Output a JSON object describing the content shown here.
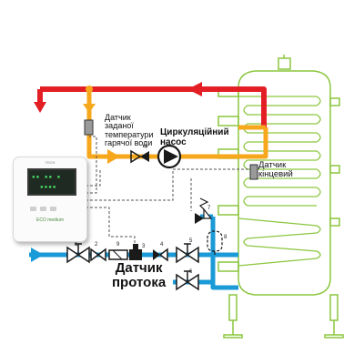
{
  "labels": {
    "sensor_setpoint": "Датчик\nзаданої\nтемператури\nгарячої води",
    "pump": "Циркуляційний\nнасос",
    "sensor_end": "Датчик\nкінцевий",
    "flow_sensor": "Датчик\nпротока"
  },
  "controller": {
    "brand": "TECH",
    "screen_line1": "▪▪ ▪▪ ▪",
    "screen_line2": "▪▪▪▪",
    "logo": "ECO medium"
  },
  "component_numbers": [
    "1",
    "2",
    "9",
    "3",
    "4",
    "5",
    "6",
    "7",
    "8"
  ],
  "colors": {
    "hot_supply": "#e31e24",
    "hot_water": "#f7a71c",
    "cold_water": "#1a9ad6",
    "tank_outline": "#8cc63f",
    "signal_line": "#555555",
    "equipment": "#1a1a1a"
  }
}
